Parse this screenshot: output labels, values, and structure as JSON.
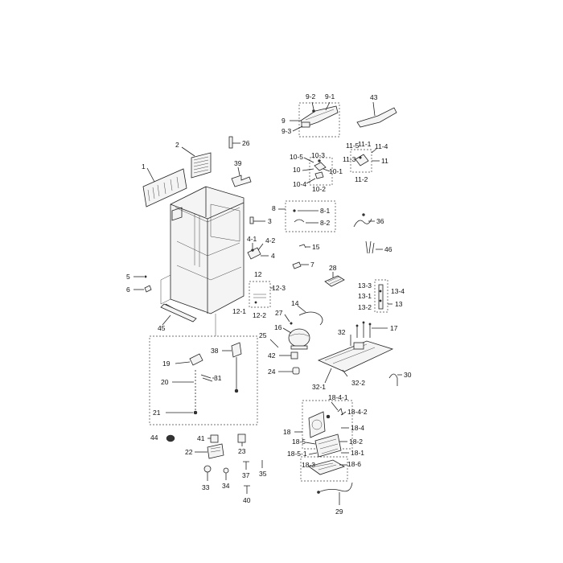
{
  "labels": {
    "p1": "1",
    "p2": "2",
    "p3": "3",
    "p4": "4",
    "p4_1": "4-1",
    "p4_2": "4-2",
    "p5": "5",
    "p6": "6",
    "p7": "7",
    "p8": "8",
    "p8_1": "8-1",
    "p8_2": "8-2",
    "p9": "9",
    "p9_1": "9-1",
    "p9_2": "9-2",
    "p9_3": "9-3",
    "p10": "10",
    "p10_1": "10-1",
    "p10_2": "10-2",
    "p10_3": "10-3",
    "p10_4": "10-4",
    "p10_5": "10-5",
    "p11": "11",
    "p11_1": "11-1",
    "p11_2": "11-2",
    "p11_3": "11-3",
    "p11_4": "11-4",
    "p11_5": "11-5",
    "p12": "12",
    "p12_1": "12-1",
    "p12_2": "12-2",
    "p12_3": "12-3",
    "p13": "13",
    "p13_1": "13-1",
    "p13_2": "13-2",
    "p13_3": "13-3",
    "p13_4": "13-4",
    "p14": "14",
    "p15": "15",
    "p16": "16",
    "p17": "17",
    "p18": "18",
    "p18_1": "18-1",
    "p18_2": "18-2",
    "p18_3": "18-3",
    "p18_4": "18-4",
    "p18_4_1": "18-4-1",
    "p18_4_2": "18-4-2",
    "p18_5": "18-5",
    "p18_5_1": "18-5-1",
    "p18_6": "18-6",
    "p19": "19",
    "p20": "20",
    "p21": "21",
    "p22": "22",
    "p23": "23",
    "p24": "24",
    "p25": "25",
    "p26": "26",
    "p27": "27",
    "p28": "28",
    "p29": "29",
    "p30": "30",
    "p31": "31",
    "p32": "32",
    "p32_1": "32-1",
    "p32_2": "32-2",
    "p33": "33",
    "p34": "34",
    "p35": "35",
    "p36": "36",
    "p37": "37",
    "p38": "38",
    "p39": "39",
    "p40": "40",
    "p41": "41",
    "p42": "42",
    "p43": "43",
    "p44": "44",
    "p45": "45",
    "p46": "46"
  }
}
